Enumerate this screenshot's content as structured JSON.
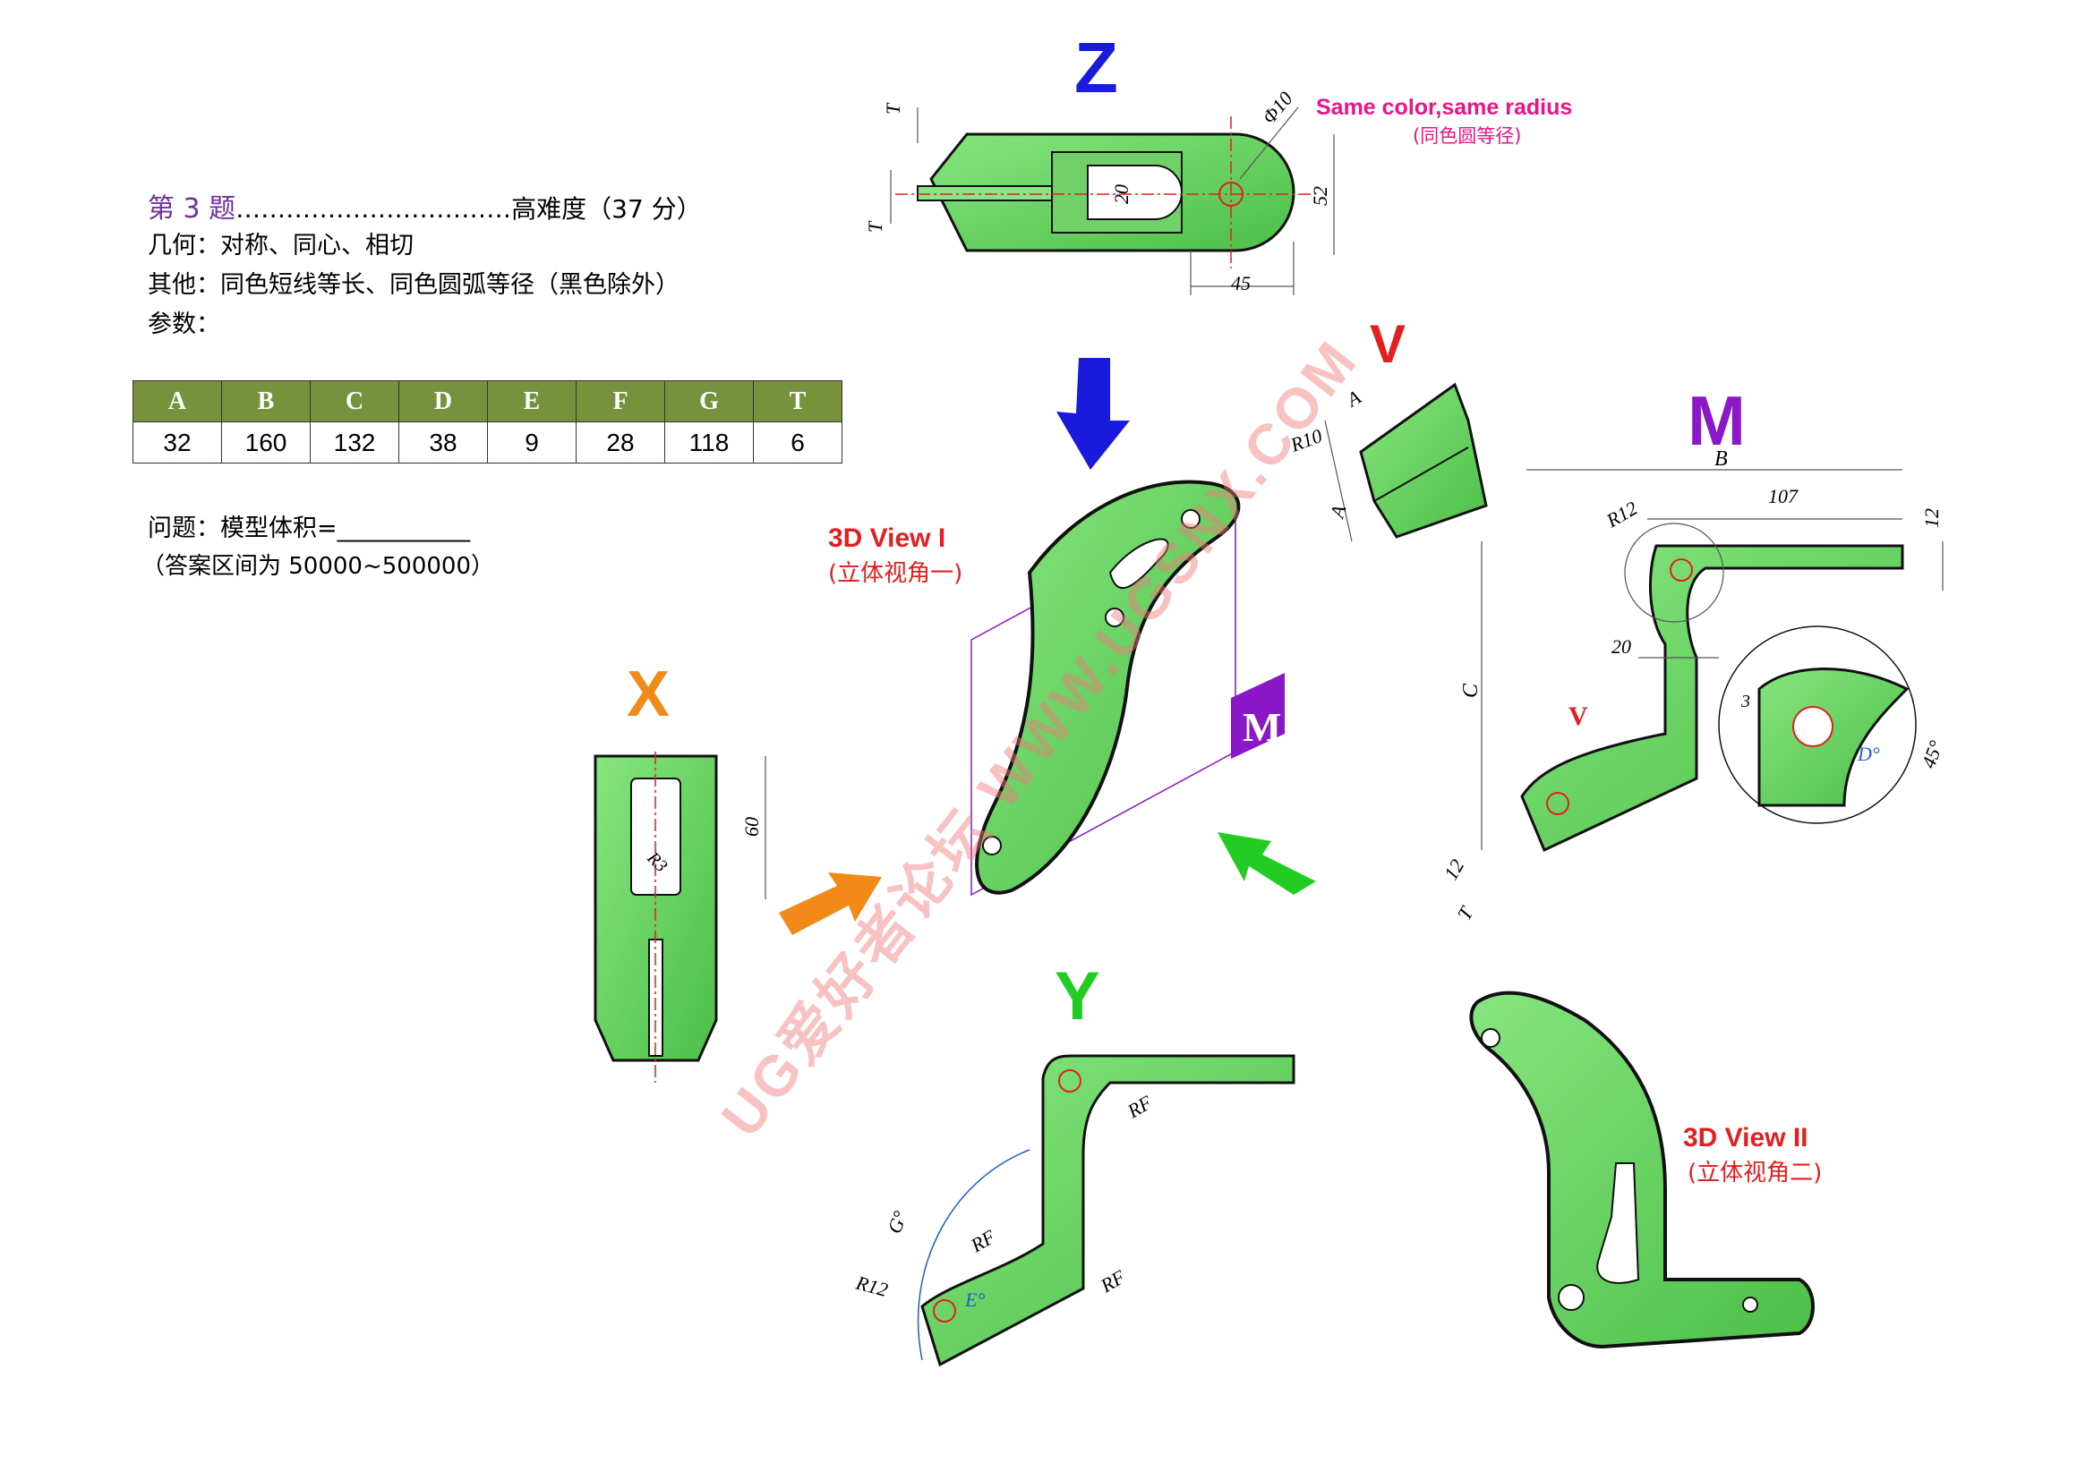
{
  "question": {
    "title_prefix": "第 3 题",
    "title_dots": "……………………………",
    "title_suffix": "高难度（37 分）",
    "geometry": "几何：对称、同心、相切",
    "other": "其他：同色短线等长、同色圆弧等径（黑色除外）",
    "params_label": "参数：",
    "problem": "问题：模型体积=",
    "blank": "___________",
    "range": "（答案区间为 50000~500000）"
  },
  "params": {
    "headers": [
      "A",
      "B",
      "C",
      "D",
      "E",
      "F",
      "G",
      "T"
    ],
    "values": [
      "32",
      "160",
      "132",
      "38",
      "9",
      "28",
      "118",
      "6"
    ]
  },
  "views": {
    "z": "Z",
    "v": "V",
    "m": "M",
    "x": "X",
    "y": "Y",
    "view1_title": "3D View I",
    "view1_sub": "(立体视角一)",
    "view2_title": "3D View II",
    "view2_sub": "(立体视角二)",
    "same_color": "Same color,same radius",
    "same_color_sub": "(同色圆等径)",
    "watermark": "UG爱好者论坛 WWW.UGSNX.COM"
  },
  "dims": {
    "z_t_top": "T",
    "z_t_left": "T",
    "z_phi10": "Φ10",
    "z_20": "20",
    "z_52": "52",
    "z_45": "45",
    "v_a": "A",
    "v_a2": "A",
    "v_r10": "R10",
    "m_b": "B",
    "m_107": "107",
    "m_12": "12",
    "m_r12": "R12",
    "m_20": "20",
    "m_c": "C",
    "m_v": "V",
    "m_12b": "12",
    "m_t": "T",
    "m_3": "3",
    "m_d": "D°",
    "m_45": "45°",
    "x_60": "60",
    "x_r3": "R3",
    "y_rf1": "RF",
    "y_rf2": "RF",
    "y_rf3": "RF",
    "y_g": "G°",
    "y_e": "E°",
    "y_r12": "R12"
  },
  "colors": {
    "green": "#5fd35a",
    "green_dark": "#3c9c38",
    "olive": "#76923c",
    "blue_z": "#1a1adc",
    "red_v": "#e32020",
    "purple_m": "#8b18c8",
    "orange_x": "#f28a1a",
    "green_y": "#22cc22",
    "magenta": "#e8168a",
    "dim_blue": "#1f5fc8"
  }
}
